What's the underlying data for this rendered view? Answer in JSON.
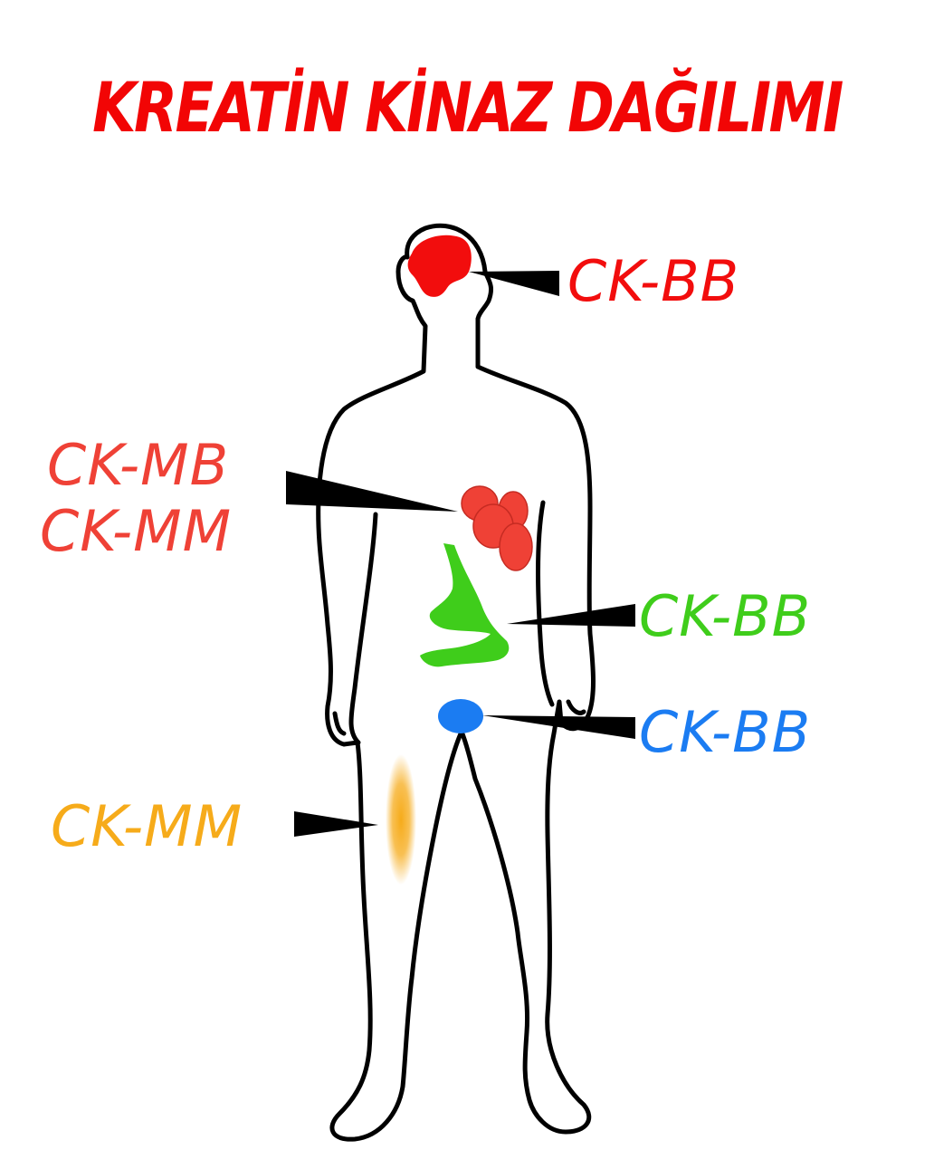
{
  "title": "KREATİN KİNAZ DAĞILIMI",
  "colors": {
    "title": "#f20505",
    "brain": "#f20d0d",
    "heart": "#ef4136",
    "gi": "#3fcd1b",
    "bladder": "#1b7cf2",
    "muscle": "#f6ab1a",
    "outline": "#000000"
  },
  "labels": {
    "brain": "CK-BB",
    "heart_1": "CK-MB",
    "heart_2": "CK-MM",
    "gi": "CK-BB",
    "bladder": "CK-BB",
    "muscle": "CK-MM"
  },
  "organs": {
    "brain": "brain",
    "heart": "heart",
    "gi": "gastrointestinal tract",
    "bladder": "bladder",
    "muscle": "skeletal muscle"
  }
}
